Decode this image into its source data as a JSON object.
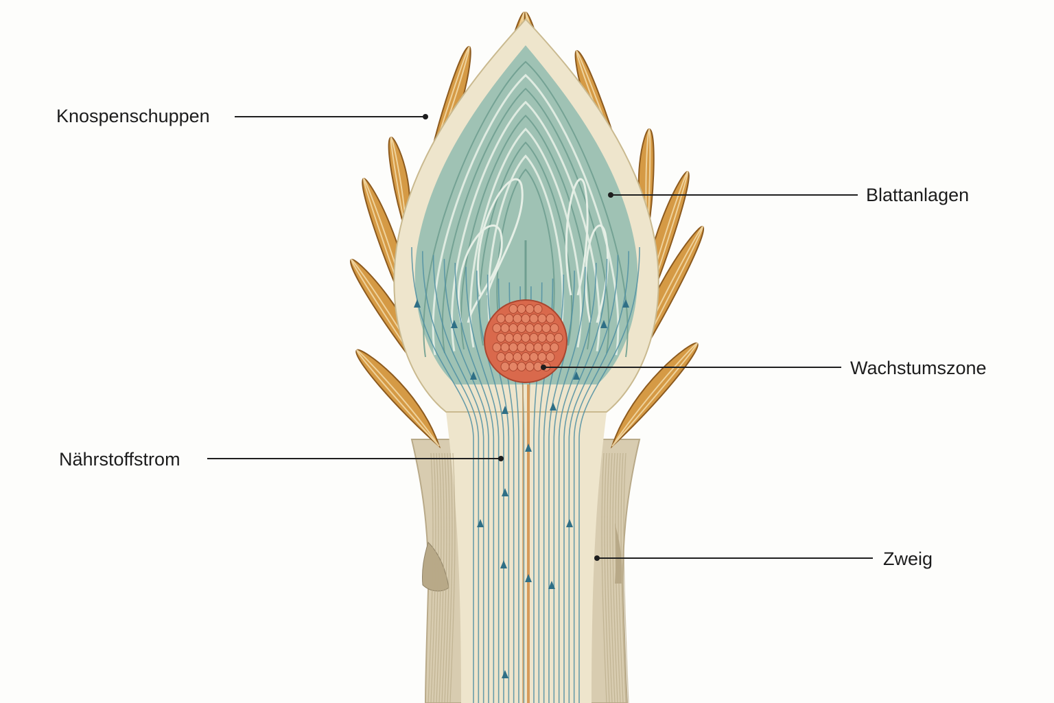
{
  "labels": {
    "bud_scales": "Knospenschuppen",
    "leaf_primordia": "Blattanlagen",
    "growth_zone": "Wachstumszone",
    "nutrient_flow": "Nährstoffstrom",
    "twig": "Zweig"
  },
  "colors": {
    "background": "#fdfdfb",
    "scale_fill": "#d59a45",
    "scale_outline": "#8c5a1e",
    "scale_highlight": "#f3dcaa",
    "bark": "#d8ccb0",
    "bark_shadow": "#b8a988",
    "cambium_cream": "#eee5cc",
    "leaf_teal": "#9fc2b4",
    "leaf_dark": "#6f9e90",
    "leaf_line": "#e6efe6",
    "vessel_blue": "#4f8fa2",
    "arrow_blue": "#2f6f86",
    "pith_orange": "#d69a5a",
    "meristem": "#d9694c",
    "meristem_cell": "#e48566",
    "leader_line": "#1e1e1e"
  }
}
